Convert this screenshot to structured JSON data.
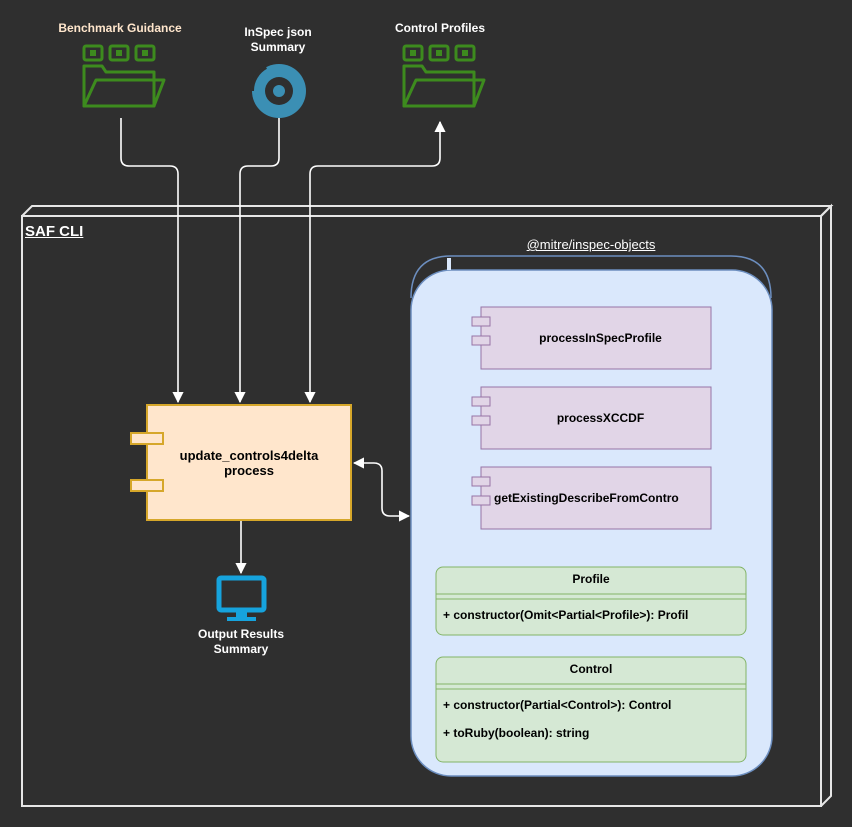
{
  "inputs": {
    "benchmark_guidance": "Benchmark Guidance",
    "inspec_json_summary": "InSpec json Summary",
    "control_profiles": "Control Profiles"
  },
  "saf_cli": {
    "title": "SAF CLI"
  },
  "process": {
    "label": "update_controls4delta process"
  },
  "output": {
    "label": "Output Results Summary"
  },
  "inspec_objects": {
    "title": "@mitre/inspec-objects",
    "components": [
      "processInSpecProfile",
      "processXCCDF",
      "getExistingDescribeFromContro"
    ],
    "classes": [
      {
        "name": "Profile",
        "methods": [
          "+ constructor(Omit<Partial<Profile>): Profil"
        ]
      },
      {
        "name": "Control",
        "methods": [
          "+ constructor(Partial<Control>): Control",
          "+ toRuby(boolean): string"
        ]
      }
    ]
  },
  "colors": {
    "background": "#2f2f2f",
    "folder_green": "#3d8b1e",
    "target_blue": "#3b8fb4",
    "monitor_blue": "#16a3dd",
    "process_fill": "#ffe6cc",
    "process_stroke": "#d6a72a",
    "component_fill": "#e1d5e7",
    "component_stroke": "#9673a6",
    "container_fill": "#dae8fc",
    "container_stroke": "#6c8ebf",
    "class_fill": "#d5e8d4",
    "class_stroke": "#82b366"
  }
}
